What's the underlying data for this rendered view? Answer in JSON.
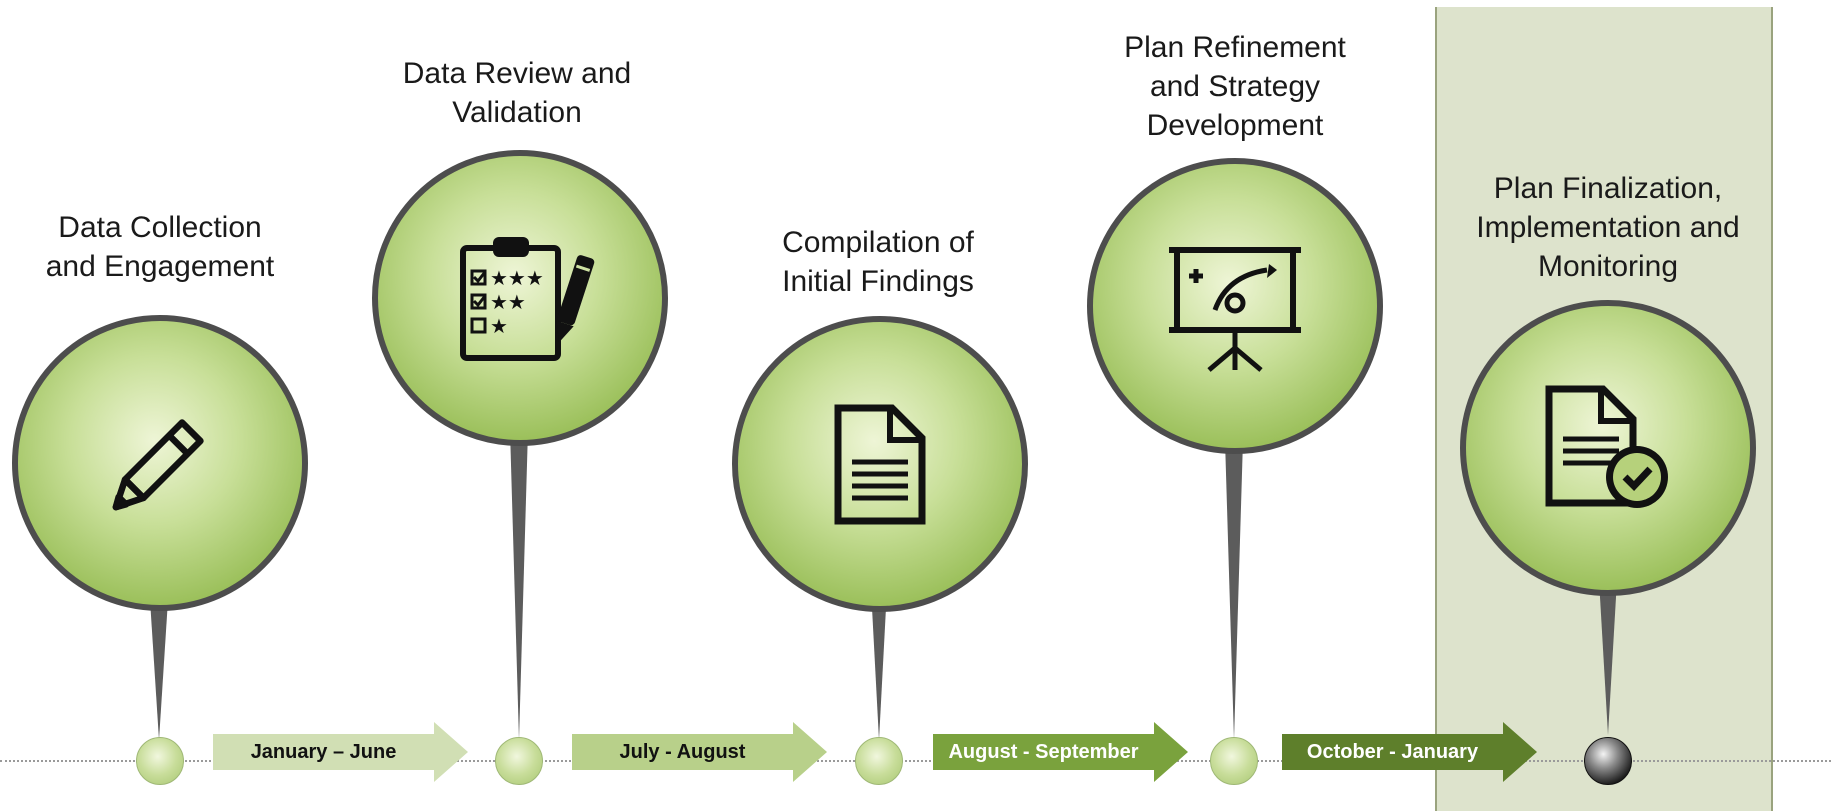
{
  "milestones": [
    {
      "title": "Data Collection\nand Engagement",
      "icon": "pencil-icon"
    },
    {
      "title": "Data Review and\nValidation",
      "icon": "clipboard-checklist-icon"
    },
    {
      "title": "Compilation of\nInitial Findings",
      "icon": "document-icon"
    },
    {
      "title": "Plan Refinement\nand Strategy\nDevelopment",
      "icon": "strategy-board-icon"
    },
    {
      "title": "Plan Finalization,\nImplementation and\nMonitoring",
      "icon": "document-check-icon"
    }
  ],
  "periods": [
    {
      "label": "January – June"
    },
    {
      "label": "July - August"
    },
    {
      "label": "August - September"
    },
    {
      "label": "October - January"
    }
  ],
  "colors": {
    "bubble_border": "#4d4d4d",
    "bubble_fill": "#97bd55",
    "highlight": "#dde3cc",
    "current_marker": "#1d1d1d"
  }
}
